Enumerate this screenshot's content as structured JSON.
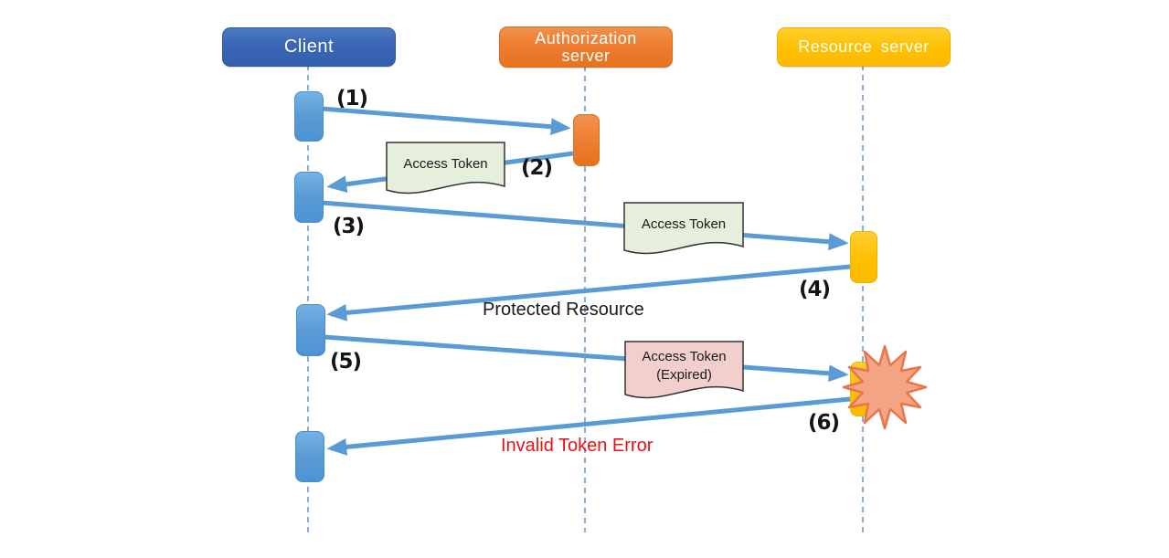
{
  "diagram": {
    "actors": [
      {
        "id": "client",
        "label": "Client"
      },
      {
        "id": "authorization-server",
        "label": "Authorization server"
      },
      {
        "id": "resource-server",
        "label": "Resource server"
      }
    ],
    "steps": [
      {
        "num": "(1)"
      },
      {
        "num": "(2)",
        "note": "Access Token"
      },
      {
        "num": "(3)",
        "note": "Access Token"
      },
      {
        "num": "(4)",
        "label": "Protected Resource"
      },
      {
        "num": "(5)",
        "note_line1": "Access Token",
        "note_line2": "(Expired)"
      },
      {
        "num": "(6)",
        "label": "Invalid Token Error"
      }
    ]
  },
  "colors": {
    "client_header_blue": "#3a66b5",
    "activation_blue": "#5b9bd5",
    "auth_orange": "#ed7d31",
    "resource_yellow": "#ffc000",
    "arrow_blue": "#5b9bd5",
    "lifeline_blue": "#85aedc",
    "note_green_fill": "#e6efdc",
    "note_pink_fill": "#f2cfcc",
    "note_border": "#333333",
    "error_red": "#ee1111",
    "burst_fill": "#f4a584",
    "burst_stroke": "#e8764b"
  }
}
